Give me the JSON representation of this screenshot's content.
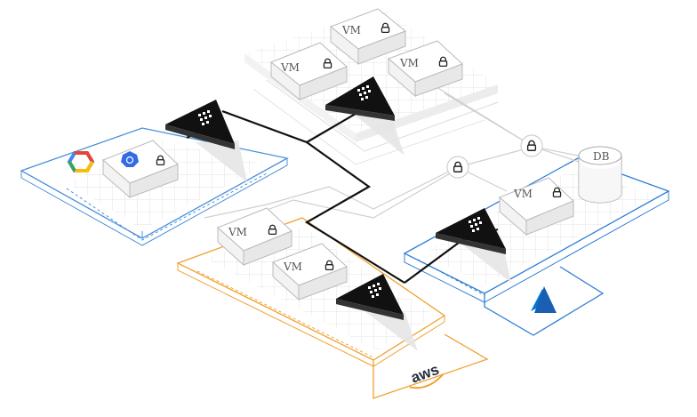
{
  "diagram": {
    "vm_label": "VM",
    "db_label": "DB",
    "providers": [
      {
        "name": "gcp",
        "color": "#4a90d9",
        "logo": "google-cloud-logo"
      },
      {
        "name": "aws",
        "color": "#f0a030",
        "logo": "aws-logo",
        "logo_text": "aws"
      },
      {
        "name": "azure",
        "color": "#2f7fd6",
        "logo": "azure-logo"
      }
    ],
    "colors": {
      "gcp_border": "#4a90d9",
      "aws_border": "#f0a030",
      "azure_border": "#2f7fd6",
      "trunk_line": "#111111",
      "vault_fill": "#111111",
      "grid": "#dddddd",
      "secondary_line": "#cfcfcf"
    },
    "icons": [
      "lock-icon",
      "kubernetes-icon",
      "vault-triangle-icon",
      "database-icon"
    ]
  }
}
